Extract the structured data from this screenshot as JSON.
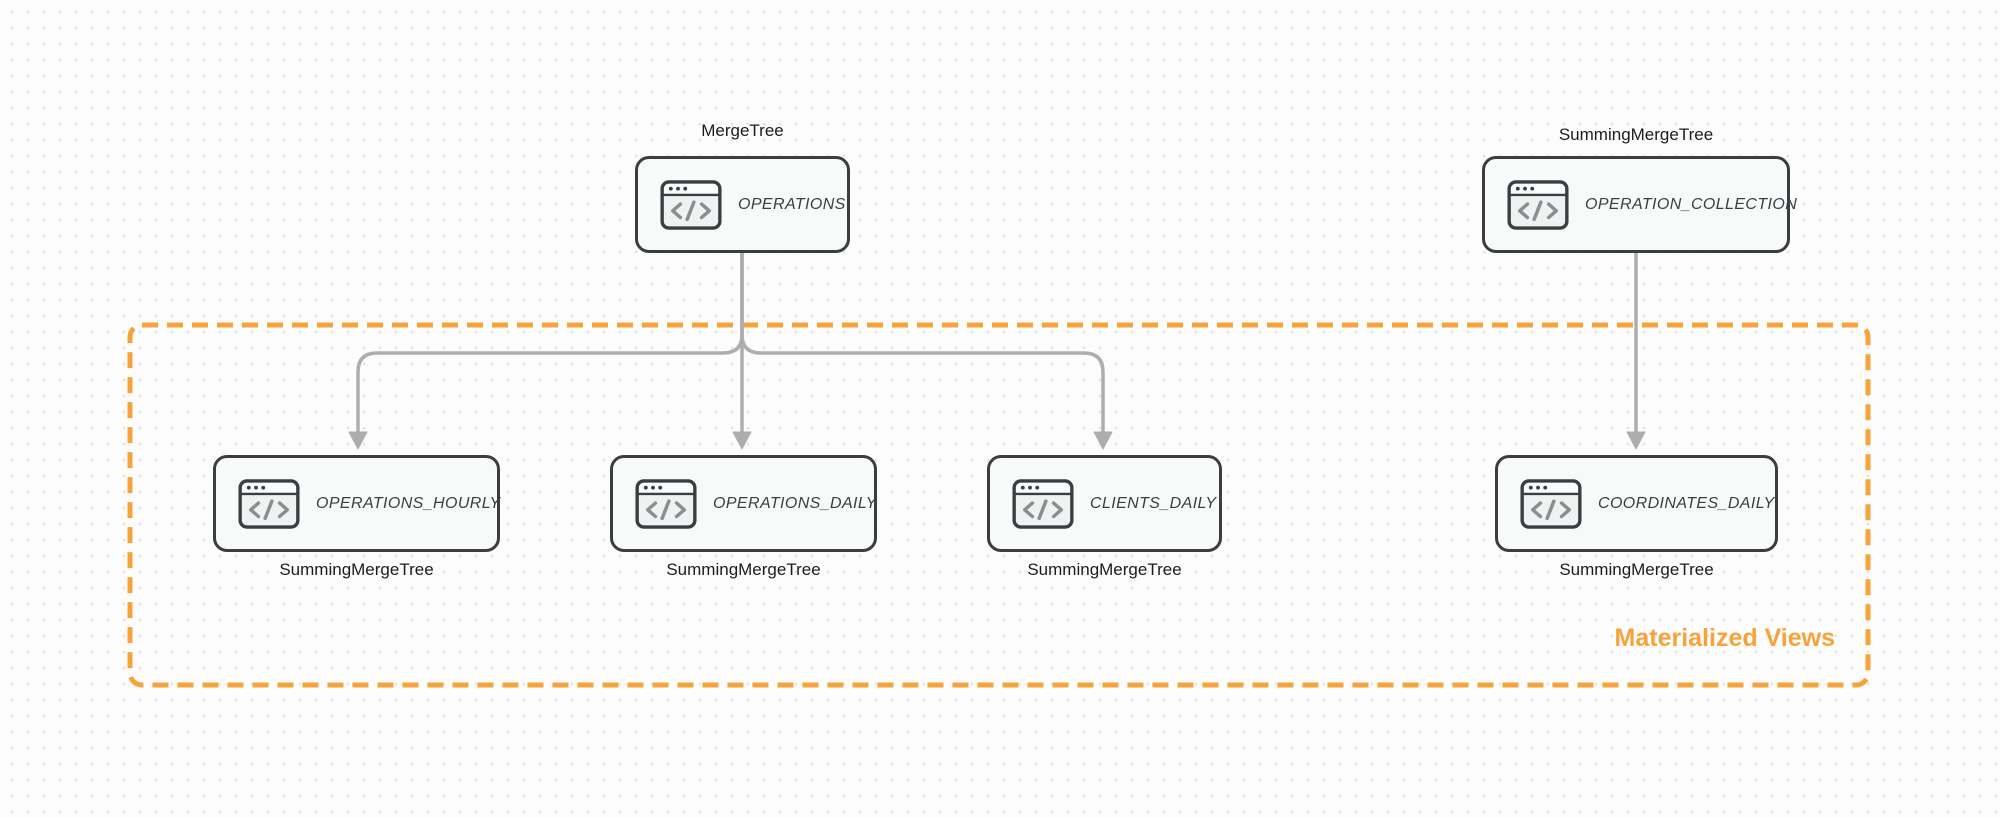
{
  "colors": {
    "accent_orange": "#F7A33C",
    "node_border": "#3A3D42",
    "node_fill": "#F8F9F9",
    "arrow_gray": "#ADADAD",
    "canvas_dot": "#E3E3E7",
    "background": "#FCFCFC"
  },
  "source_tables": [
    {
      "engine_label": "MergeTree",
      "table_name": "OPERATIONS"
    },
    {
      "engine_label": "SummingMergeTree",
      "table_name": "OPERATION_COLLECTION"
    }
  ],
  "materialized_views": {
    "group_label": "Materialized Views",
    "views": [
      {
        "table_name": "OPERATIONS_HOURLY",
        "engine_label": "SummingMergeTree"
      },
      {
        "table_name": "OPERATIONS_DAILY",
        "engine_label": "SummingMergeTree"
      },
      {
        "table_name": "CLIENTS_DAILY",
        "engine_label": "SummingMergeTree"
      },
      {
        "table_name": "COORDINATES_DAILY",
        "engine_label": "SummingMergeTree"
      }
    ]
  },
  "edges": [
    {
      "from": "OPERATIONS",
      "to": "OPERATIONS_HOURLY"
    },
    {
      "from": "OPERATIONS",
      "to": "OPERATIONS_DAILY"
    },
    {
      "from": "OPERATIONS",
      "to": "CLIENTS_DAILY"
    },
    {
      "from": "OPERATION_COLLECTION",
      "to": "COORDINATES_DAILY"
    }
  ],
  "icons": {
    "node_icon": "code-window-icon"
  }
}
